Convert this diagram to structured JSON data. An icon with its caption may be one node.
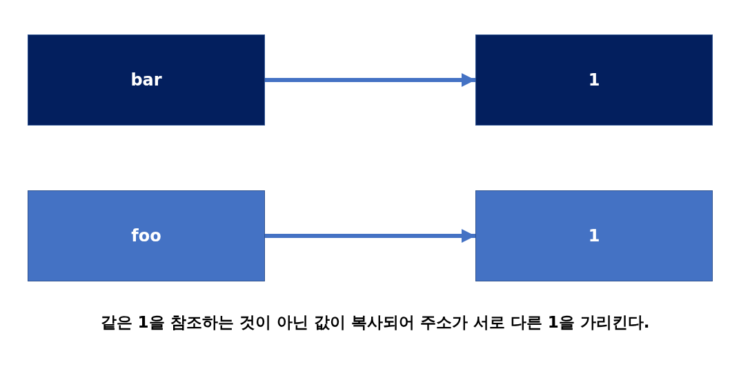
{
  "diagram": {
    "caption": "같은 1을 참조하는 것이 아닌 값이 복사되어 주소가 서로 다른 1을 가리킨다.",
    "nodes": [
      {
        "text": [
          "bar"
        ]
      },
      {
        "text": [
          "1"
        ]
      },
      {
        "text": [
          "foo"
        ]
      },
      {
        "text": [
          "1"
        ]
      }
    ],
    "edges": [
      {
        "from": 0,
        "to": 1,
        "arrow": "to"
      },
      {
        "from": 2,
        "to": 3,
        "arrow": "to"
      }
    ]
  }
}
